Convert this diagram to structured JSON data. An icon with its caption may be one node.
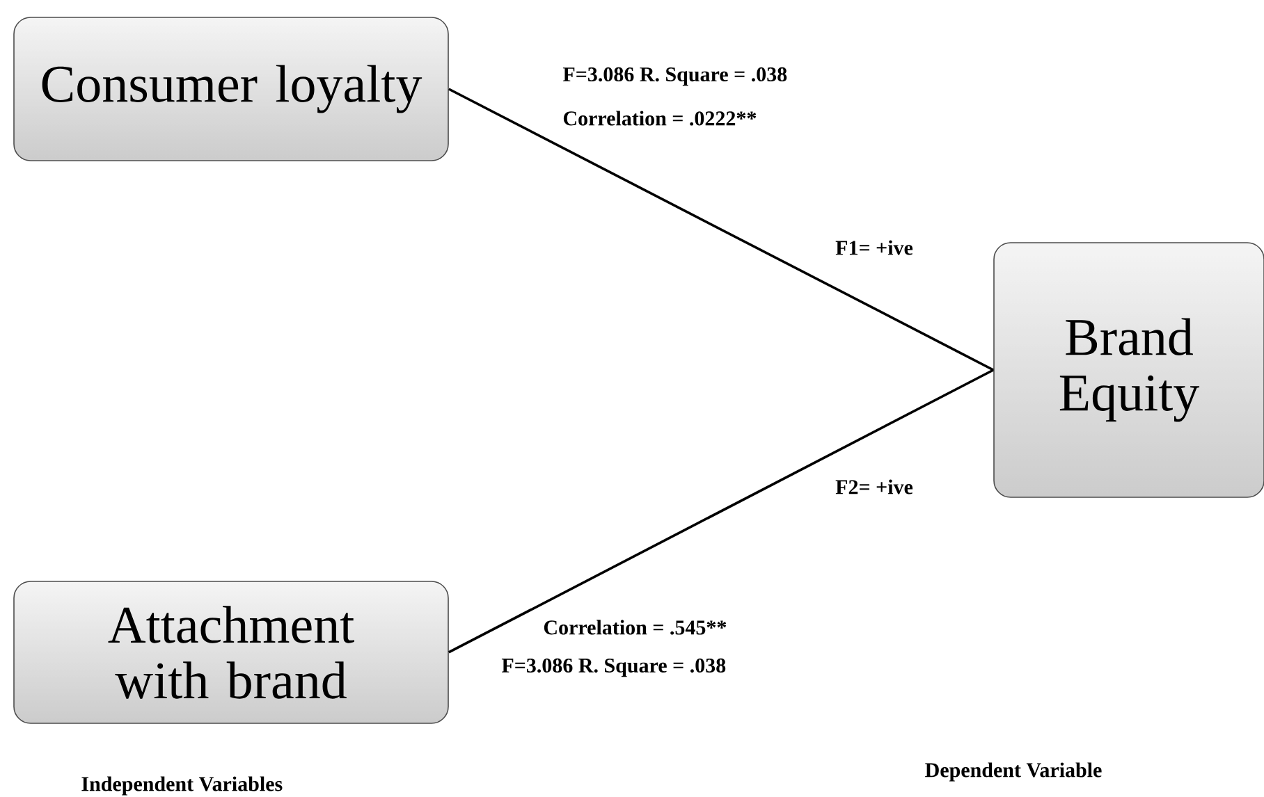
{
  "diagram": {
    "nodes": [
      {
        "text": [
          "Consumer loyalty"
        ]
      },
      {
        "text": [
          "Attachment with brand"
        ]
      },
      {
        "text": [
          "Brand Equity"
        ]
      }
    ],
    "edges": [
      {
        "from": 0,
        "to": 2,
        "arrow": "none",
        "label": "F1= +ive"
      },
      {
        "from": 1,
        "to": 2,
        "arrow": "none",
        "label": "F2= +ive"
      }
    ],
    "labels": [
      "F=3.086 R. Square = .038",
      "Correlation = .0222**",
      "Correlation = .545**",
      "F=3.086 R. Square = .038",
      "Independent Variables",
      "Dependent Variable"
    ]
  }
}
